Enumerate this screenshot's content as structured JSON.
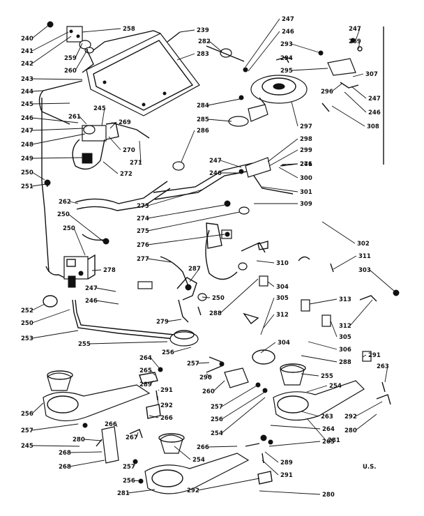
{
  "labels": [
    "240",
    "241",
    "242",
    "258",
    "259",
    "260",
    "243",
    "244",
    "245",
    "246",
    "247",
    "248",
    "249",
    "245",
    "261",
    "269",
    "270",
    "271",
    "272",
    "250",
    "251",
    "262",
    "250",
    "250",
    "278",
    "277",
    "239",
    "282",
    "283",
    "284",
    "285",
    "286",
    "273",
    "274",
    "275",
    "276",
    "287",
    "250",
    "279",
    "247",
    "246",
    "252",
    "250",
    "253",
    "255",
    "288",
    "256",
    "257",
    "247",
    "246",
    "247",
    "246",
    "293",
    "294",
    "295",
    "296",
    "307",
    "247",
    "246",
    "308",
    "297",
    "298",
    "299",
    "246",
    "247",
    "269",
    "271",
    "300",
    "301",
    "309",
    "302",
    "310",
    "311",
    "303",
    "304",
    "305",
    "312",
    "313",
    "312",
    "305",
    "306",
    "304",
    "288",
    "291",
    "263",
    "264",
    "265",
    "289",
    "291",
    "292",
    "266",
    "290",
    "260",
    "257",
    "256",
    "254",
    "255",
    "256",
    "257",
    "245",
    "266",
    "280",
    "267",
    "268",
    "268",
    "257",
    "256",
    "254",
    "281",
    "292",
    "263",
    "264",
    "265",
    "289",
    "291",
    "280",
    "254",
    "292",
    "280",
    "281",
    "266"
  ],
  "corner_note": "U.S."
}
